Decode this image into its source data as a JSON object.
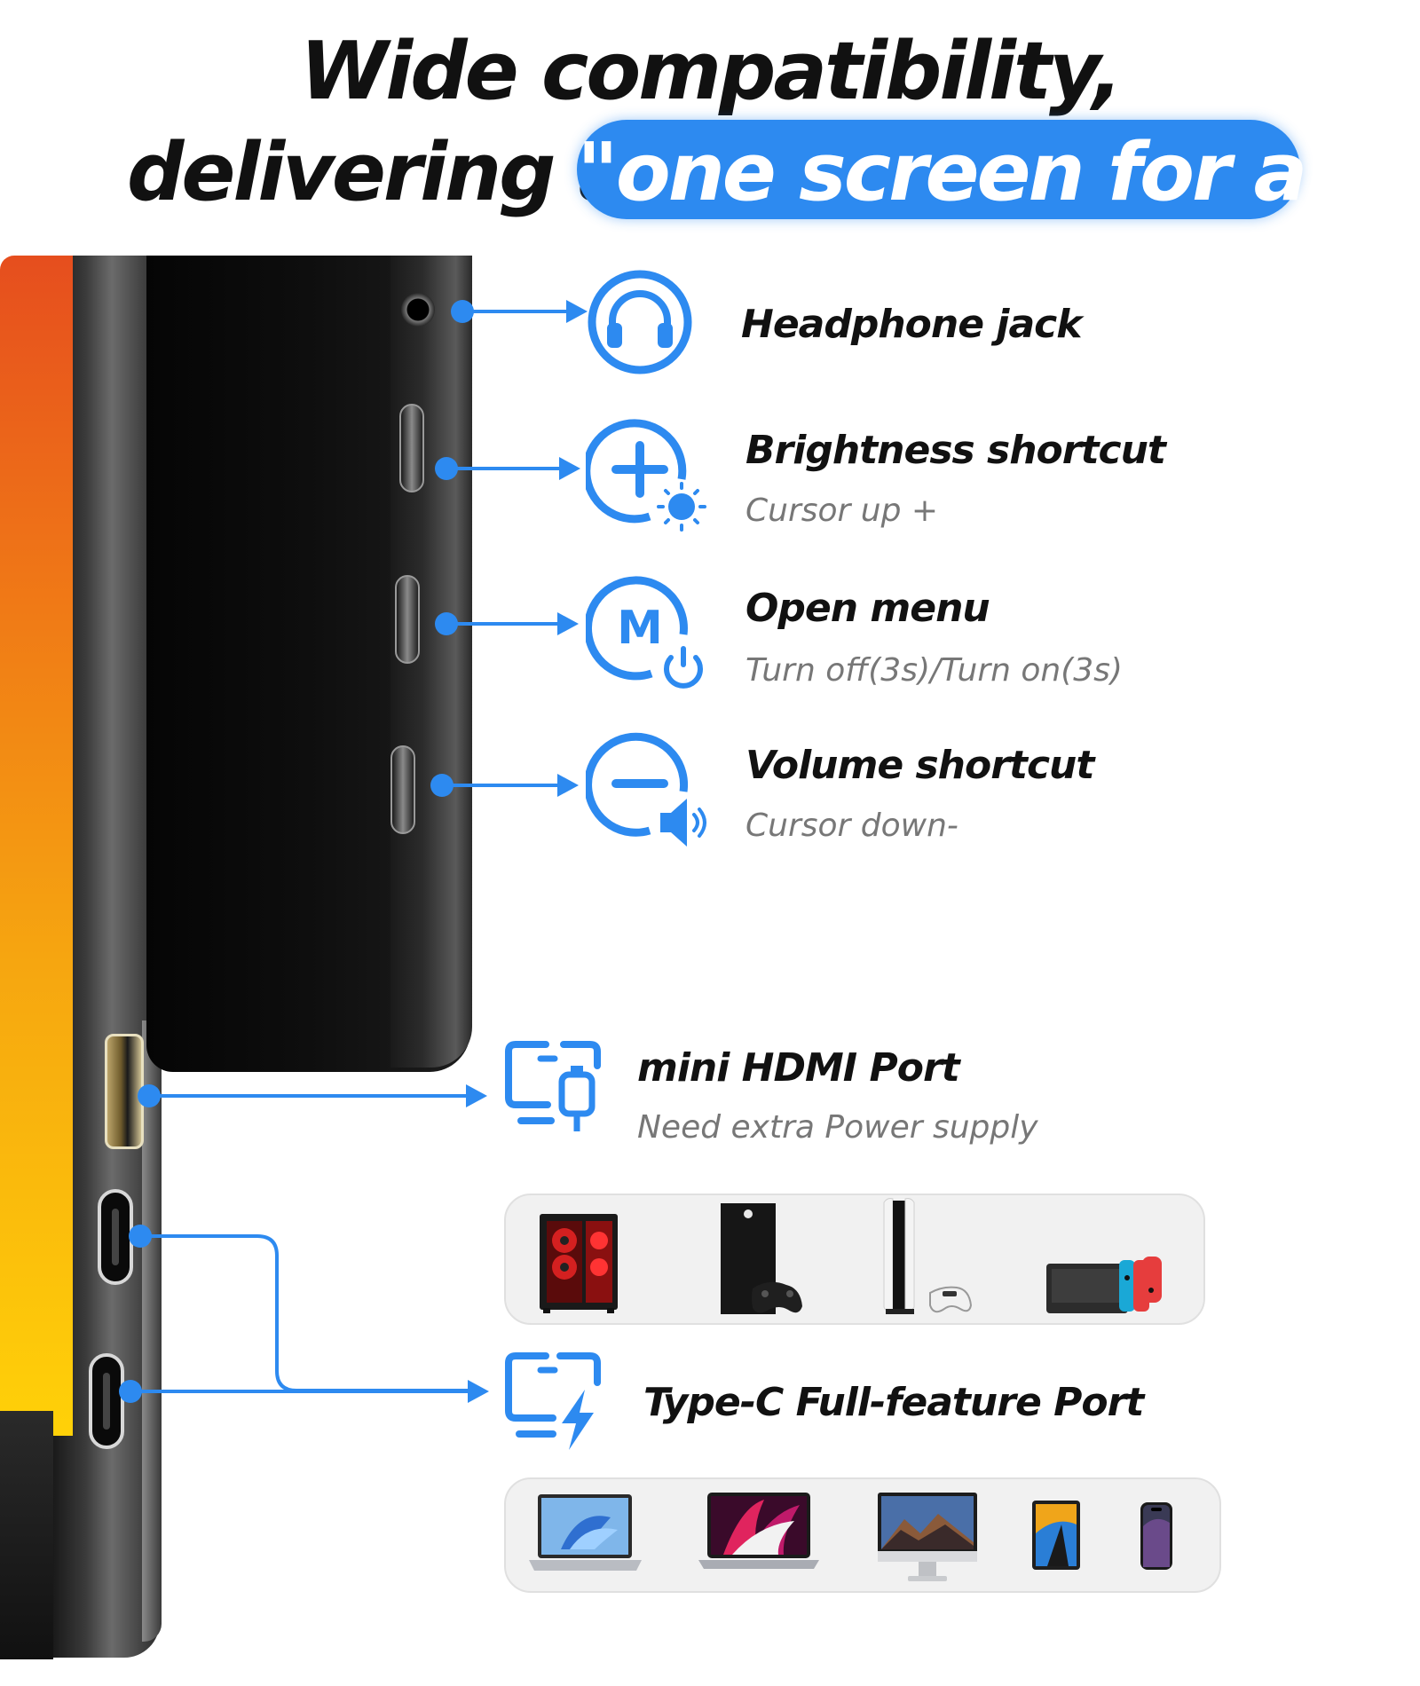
{
  "headline": {
    "line1": "Wide compatibility,",
    "line2_prefix": "delivering a",
    "highlight": "\"one screen for all\""
  },
  "features": [
    {
      "title": "Headphone jack",
      "subtitle": "",
      "icon": "headphones-icon"
    },
    {
      "title": "Brightness shortcut",
      "subtitle": "Cursor up +",
      "icon": "brightness-plus-icon"
    },
    {
      "title": "Open menu",
      "subtitle": "Turn off(3s)/Turn on(3s)",
      "icon": "menu-power-icon"
    },
    {
      "title": "Volume shortcut",
      "subtitle": "Cursor down-",
      "icon": "volume-minus-icon"
    }
  ],
  "ports": [
    {
      "title": "mini HDMI Port",
      "subtitle": "Need extra Power supply",
      "icon": "monitor-hdmi-icon",
      "devices": [
        "gaming-pc-icon",
        "xbox-console-icon",
        "playstation-console-icon",
        "nintendo-switch-icon"
      ]
    },
    {
      "title": "Type-C Full-feature Port",
      "subtitle": "",
      "icon": "monitor-lightning-icon",
      "devices": [
        "windows-laptop-icon",
        "macbook-icon",
        "imac-icon",
        "ipad-icon",
        "iphone-icon"
      ]
    }
  ],
  "colors": {
    "accent": "#2d8af0",
    "text": "#111111",
    "subtext": "#777777",
    "tray": "#f1f1f1"
  }
}
